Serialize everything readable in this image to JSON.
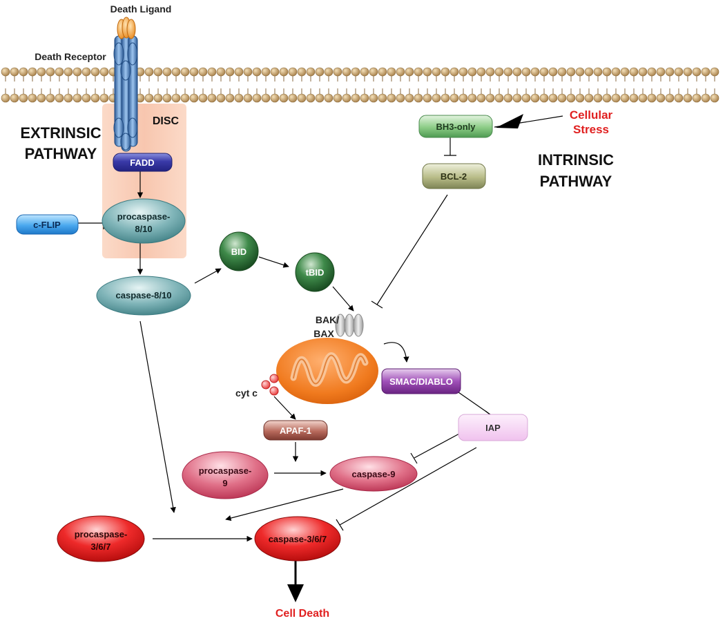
{
  "labels": {
    "death_ligand": "Death Ligand",
    "death_receptor": "Death Receptor",
    "disc": "DISC",
    "extrinsic_line1": "EXTRINSIC",
    "extrinsic_line2": "PATHWAY",
    "intrinsic_line1": "INTRINSIC",
    "intrinsic_line2": "PATHWAY",
    "cellular_stress_line1": "Cellular",
    "cellular_stress_line2": "Stress",
    "bak_bax_line1": "BAK/",
    "bak_bax_line2": "BAX",
    "cyt_c": "cyt c",
    "cell_death": "Cell Death"
  },
  "nodes": {
    "fadd": "FADD",
    "cflip": "c-FLIP",
    "procasp810_line1": "procaspase-",
    "procasp810_line2": "8/10",
    "casp810": "caspase-8/10",
    "bid": "BID",
    "tbid": "tBID",
    "bh3": "BH3-only",
    "bcl2": "BCL-2",
    "smac": "SMAC/DIABLO",
    "iap": "IAP",
    "apaf1": "APAF-1",
    "procasp9_line1": "procaspase-",
    "procasp9_line2": "9",
    "casp9": "caspase-9",
    "procasp367_line1": "procaspase-",
    "procasp367_line2": "3/6/7",
    "casp367": "caspase-3/6/7"
  },
  "colors": {
    "lipid_head": "#c8a26a",
    "disc_box": "#f8c8b0",
    "receptor": "#4a7fbf",
    "ligand": "#f0a040",
    "label_red": "#e02020",
    "mitochondrion": "#f07a1e"
  }
}
